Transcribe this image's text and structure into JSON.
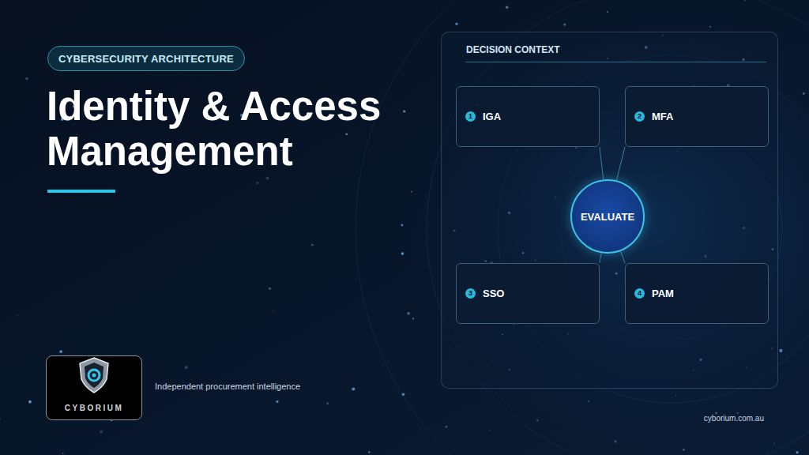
{
  "diagram": {
    "title": "Identity & Access Management",
    "nodes": [
      {
        "text": [
          "CYBERSECURITY ARCHITECTURE"
        ]
      },
      {
        "text": [
          "DECISION CONTEXT"
        ]
      },
      {
        "text": [
          "1",
          "IGA"
        ],
        "in": 1
      },
      {
        "text": [
          "2",
          "MFA"
        ],
        "in": 1
      },
      {
        "text": [
          "EVALUATE"
        ],
        "in": 1
      },
      {
        "text": [
          "3",
          "SSO"
        ],
        "in": 1
      },
      {
        "text": [
          "4",
          "PAM"
        ],
        "in": 1
      },
      {
        "text": [
          "CYBORIUM"
        ]
      }
    ],
    "edges": [
      {
        "from": 4,
        "to": 2,
        "arrow": "none"
      },
      {
        "from": 4,
        "to": 3,
        "arrow": "none"
      },
      {
        "from": 4,
        "to": 5,
        "arrow": "none"
      },
      {
        "from": 4,
        "to": 6,
        "arrow": "none"
      }
    ],
    "labels": [
      "Independent procurement intelligence",
      "cyborium.com.au"
    ]
  }
}
